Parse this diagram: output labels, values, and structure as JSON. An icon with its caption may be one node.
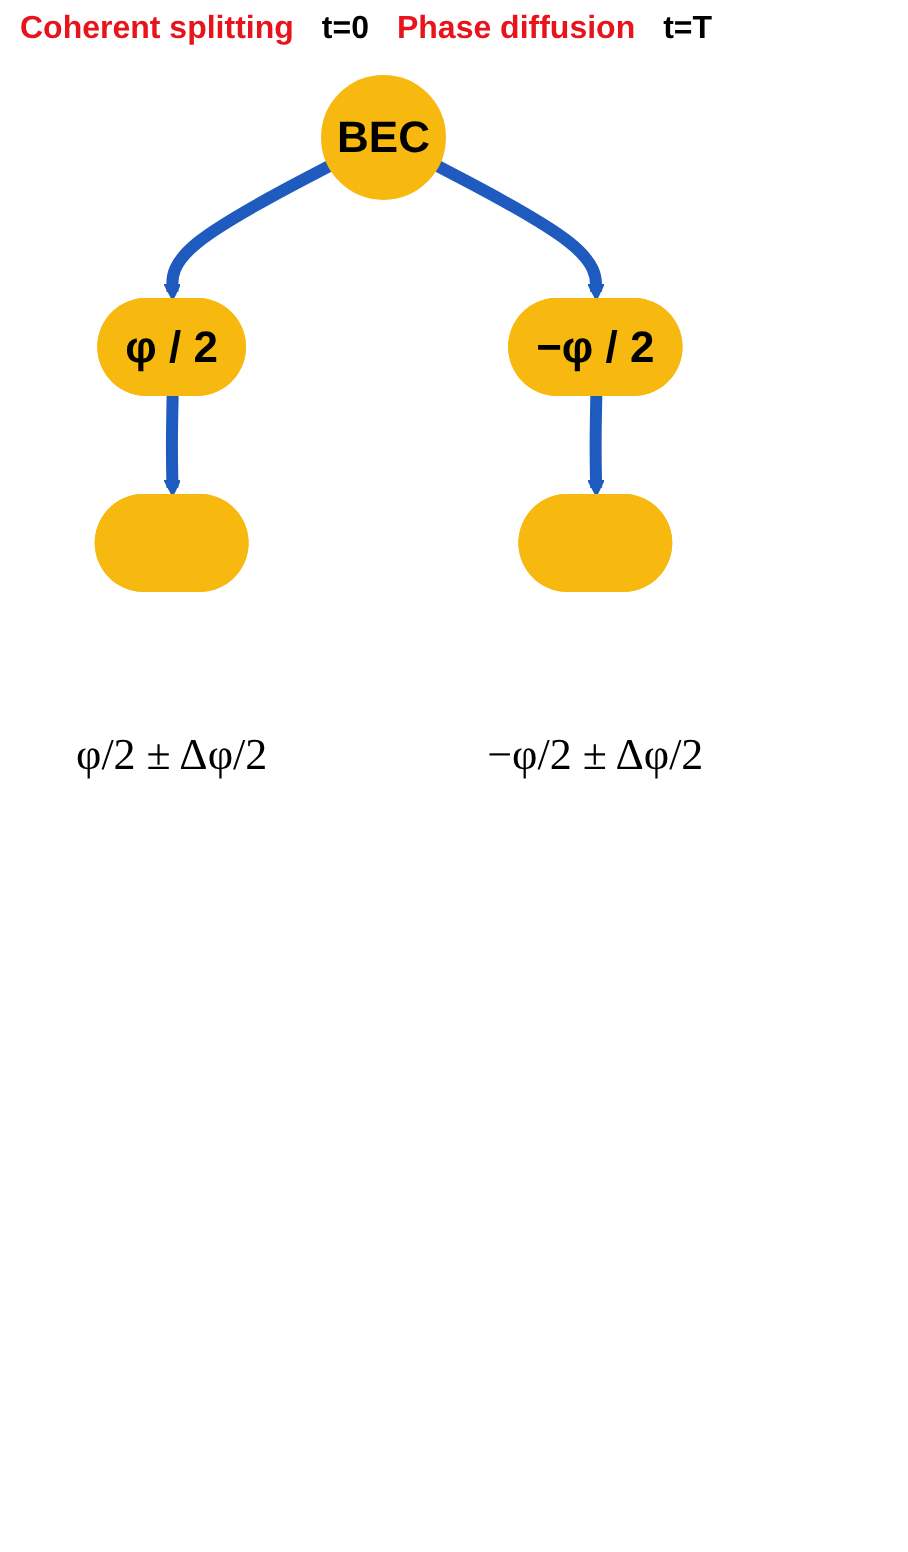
{
  "diagram": {
    "nodes": [
      {
        "text": [
          "BEC"
        ]
      },
      {
        "text": [
          "φ / 2"
        ]
      },
      {
        "text": [
          "−φ / 2"
        ]
      },
      {
        "text": [],
        "shape": "ellipse",
        "beside": [
          "φ/2 ± Δφ/2"
        ]
      },
      {
        "text": [],
        "shape": "ellipse",
        "beside": [
          "−φ/2 ± Δφ/2"
        ]
      }
    ],
    "edges": [
      {
        "from": 0,
        "to": 1,
        "arrow": "to"
      },
      {
        "from": 0,
        "to": 2,
        "arrow": "to"
      },
      {
        "from": 1,
        "to": 3,
        "arrow": "to"
      },
      {
        "from": 2,
        "to": 4,
        "arrow": "to"
      }
    ],
    "labels": [
      "Coherent splitting",
      "t=0",
      "Phase diffusion",
      "t=T"
    ]
  }
}
